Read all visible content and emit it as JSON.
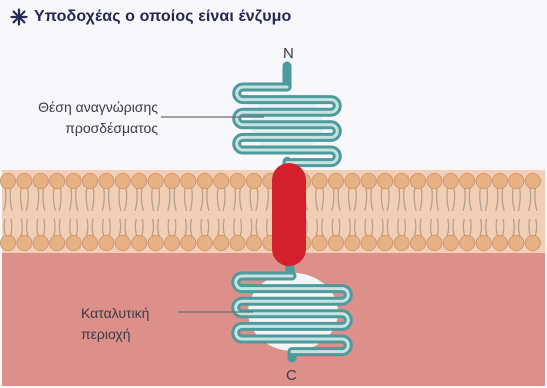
{
  "title": "Υποδοχέας ο οποίος είναι ένζυμο",
  "title_icon": "sunburst-icon",
  "terminal_n": "N",
  "terminal_c": "C",
  "label_binding": {
    "line1": "Θέση αναγνώρισης",
    "line2": "προσδέσματος"
  },
  "label_catalytic": {
    "line1": "Καταλυτική",
    "line2": "περιοχή"
  },
  "colors": {
    "background": "#f7f7fc",
    "membrane_top": "#f2cfb4",
    "lipid_head": "#e6b183",
    "lipid_tail": "#b79f8e",
    "cytoplasm": "#dd8f8a",
    "protein_chain": "#4f9a9c",
    "protein_stripe": "#c7e3e1",
    "binding_site": "#e2eeee",
    "catalytic_site": "#f4f6f6",
    "transmembrane_helix": "#d2212d",
    "text": "#3a3a48",
    "title": "#262650"
  }
}
